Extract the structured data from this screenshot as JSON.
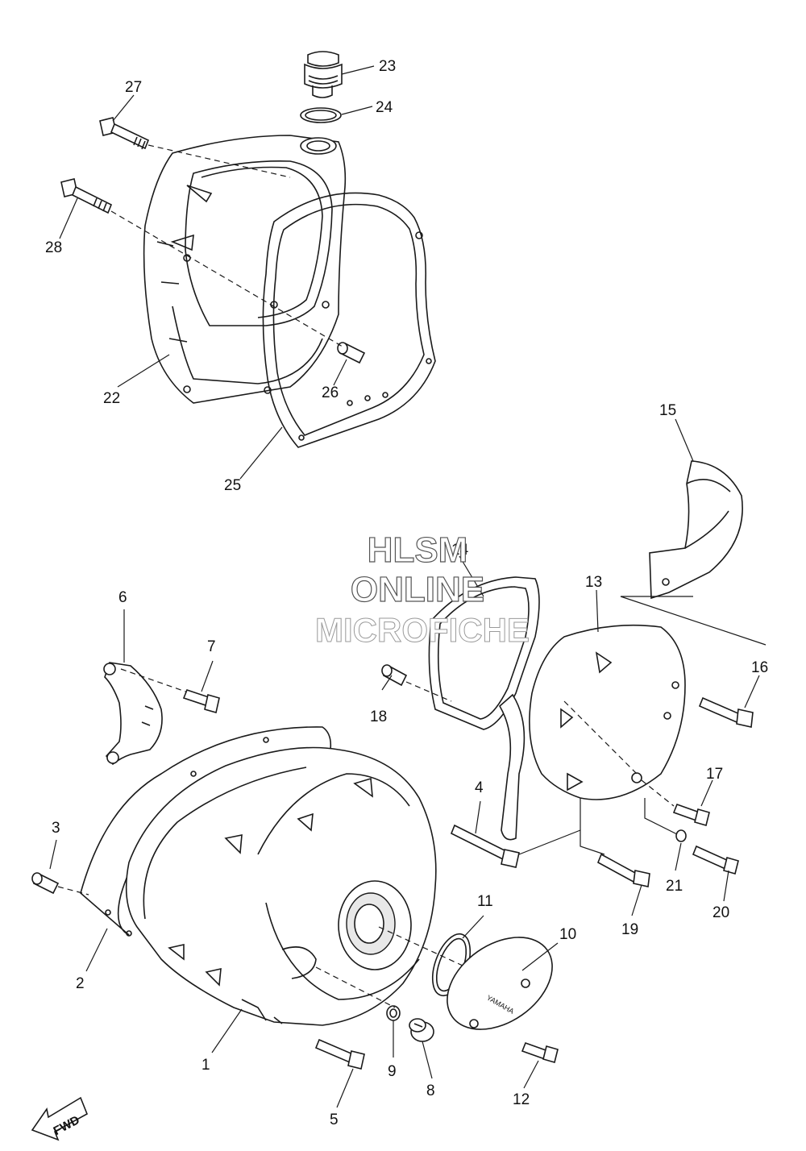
{
  "watermark": {
    "line1": "HLSM",
    "line2": "ONLINE",
    "line3": "MICROFICHE"
  },
  "direction_badge": "FWD",
  "cover_logo": "YAMAHA",
  "parts": [
    "1",
    "2",
    "3",
    "4",
    "5",
    "6",
    "7",
    "8",
    "9",
    "10",
    "11",
    "12",
    "13",
    "14",
    "15",
    "16",
    "17",
    "18",
    "19",
    "20",
    "21",
    "22",
    "23",
    "24",
    "25",
    "26",
    "27",
    "28"
  ]
}
